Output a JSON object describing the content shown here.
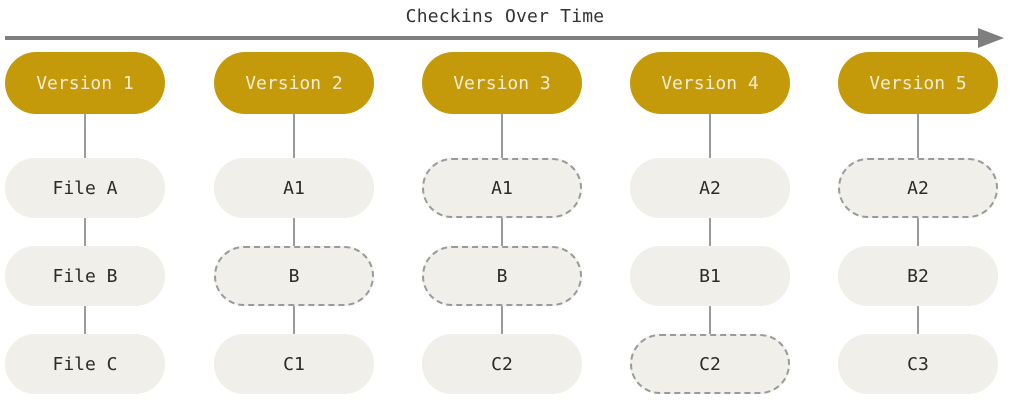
{
  "diagram": {
    "title": "Checkins Over Time",
    "columns": [
      {
        "version": "Version 1",
        "files": [
          {
            "label": "File A",
            "state": "changed"
          },
          {
            "label": "File B",
            "state": "changed"
          },
          {
            "label": "File C",
            "state": "changed"
          }
        ]
      },
      {
        "version": "Version 2",
        "files": [
          {
            "label": "A1",
            "state": "changed"
          },
          {
            "label": "B",
            "state": "unchanged"
          },
          {
            "label": "C1",
            "state": "changed"
          }
        ]
      },
      {
        "version": "Version 3",
        "files": [
          {
            "label": "A1",
            "state": "unchanged"
          },
          {
            "label": "B",
            "state": "unchanged"
          },
          {
            "label": "C2",
            "state": "changed"
          }
        ]
      },
      {
        "version": "Version 4",
        "files": [
          {
            "label": "A2",
            "state": "changed"
          },
          {
            "label": "B1",
            "state": "changed"
          },
          {
            "label": "C2",
            "state": "unchanged"
          }
        ]
      },
      {
        "version": "Version 5",
        "files": [
          {
            "label": "A2",
            "state": "unchanged"
          },
          {
            "label": "B2",
            "state": "changed"
          },
          {
            "label": "C3",
            "state": "changed"
          }
        ]
      }
    ]
  },
  "colors": {
    "version_fill": "#c49a0b",
    "version_text": "#f6ecd0",
    "file_fill": "#f0efea",
    "line": "#9a9a9a",
    "arrow": "#7f7f7f"
  }
}
